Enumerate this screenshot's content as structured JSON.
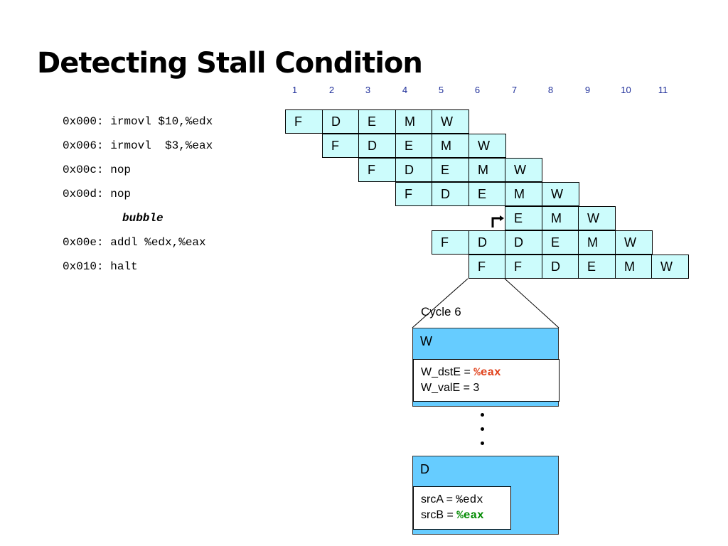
{
  "slide": {
    "title": "Detecting Stall Condition"
  },
  "cycles": [
    "1",
    "2",
    "3",
    "4",
    "5",
    "6",
    "7",
    "8",
    "9",
    "10",
    "11"
  ],
  "instructions": [
    "0x000: irmovl $10,%edx",
    "0x006: irmovl  $3,%eax",
    "0x00c: nop",
    "0x00d: nop",
    "bubble",
    "0x00e: addl %edx,%eax",
    "0x010: halt"
  ],
  "pipeline": [
    {
      "start": 1,
      "stages": [
        "F",
        "D",
        "E",
        "M",
        "W"
      ]
    },
    {
      "start": 2,
      "stages": [
        "F",
        "D",
        "E",
        "M",
        "W"
      ]
    },
    {
      "start": 3,
      "stages": [
        "F",
        "D",
        "E",
        "M",
        "W"
      ]
    },
    {
      "start": 4,
      "stages": [
        "F",
        "D",
        "E",
        "M",
        "W"
      ]
    },
    {
      "start": 7,
      "stages": [
        "E",
        "M",
        "W"
      ]
    },
    {
      "start": 5,
      "stages": [
        "F",
        "D",
        "D",
        "E",
        "M",
        "W"
      ]
    },
    {
      "start": 6,
      "stages": [
        "F",
        "F",
        "D",
        "E",
        "M",
        "W"
      ]
    }
  ],
  "detail": {
    "caption": "Cycle 6",
    "w_stage": {
      "label": "W",
      "dst_prefix": "W_dstE = ",
      "dst_value": "%eax",
      "val_line": "W_valE = 3"
    },
    "d_stage": {
      "label": "D",
      "srcA_prefix": "srcA = ",
      "srcA_value": "%edx",
      "srcB_prefix": "srcB = ",
      "srcB_value": "%eax"
    }
  },
  "colors": {
    "cell_fill": "#ccfcfc",
    "stage_fill": "#66ccff",
    "cycle_numbers": "#1f2f9a",
    "dst_value": "#e0401a",
    "srcB_value": "#008a00"
  }
}
